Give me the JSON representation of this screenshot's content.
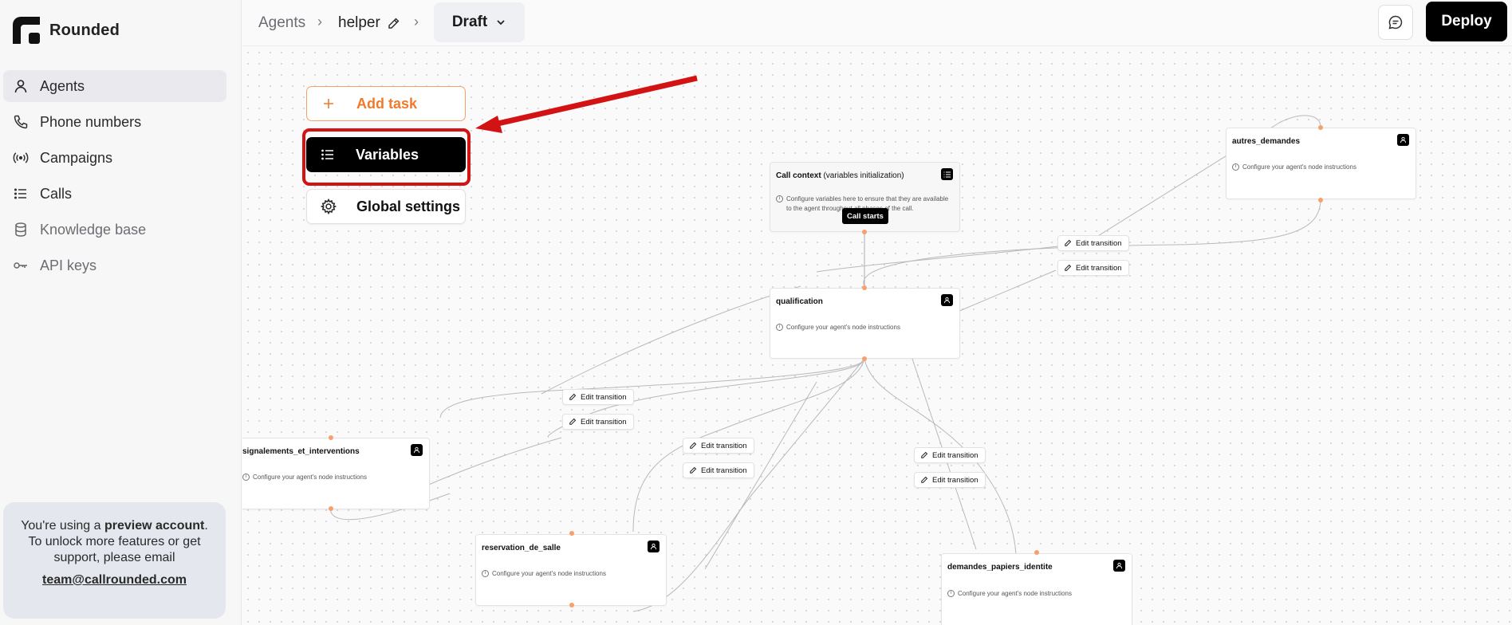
{
  "app": {
    "name": "Rounded"
  },
  "sidebar": {
    "items": [
      {
        "label": "Agents",
        "icon": "user-icon"
      },
      {
        "label": "Phone numbers",
        "icon": "phone-icon"
      },
      {
        "label": "Campaigns",
        "icon": "broadcast-icon"
      },
      {
        "label": "Calls",
        "icon": "list-icon"
      },
      {
        "label": "Knowledge base",
        "icon": "database-icon"
      },
      {
        "label": "API keys",
        "icon": "key-icon"
      }
    ],
    "preview": {
      "text_before": "You're using a ",
      "bold": "preview account",
      "text_after": ". To unlock more features or get support, please email",
      "email": "team@callrounded.com"
    }
  },
  "header": {
    "breadcrumb_agents": "Agents",
    "breadcrumb_agent": "helper",
    "version": "Draft",
    "deploy": "Deploy"
  },
  "toolbar": {
    "add_task": "Add task",
    "variables": "Variables",
    "global_settings": "Global settings"
  },
  "nodes": {
    "call_context": {
      "title": "Call context",
      "subtitle": "(variables initialization)",
      "info": "Configure variables here to ensure that they are available to the agent throughout all phases of the call."
    },
    "qualification": {
      "title": "qualification",
      "info": "Configure your agent's node instructions"
    },
    "autres_demandes": {
      "title": "autres_demandes",
      "info": "Configure your agent's node instructions"
    },
    "signalements": {
      "title": "signalements_et_interventions",
      "info": "Configure your agent's node instructions"
    },
    "reservation": {
      "title": "reservation_de_salle",
      "info": "Configure your agent's node instructions"
    },
    "demandes": {
      "title": "demandes_papiers_identite",
      "info": "Configure your agent's node instructions"
    }
  },
  "call_starts": "Call starts",
  "edge_label": "Edit transition",
  "colors": {
    "accent": "#f07a2a",
    "highlight": "#d31313",
    "primary": "#000000"
  }
}
